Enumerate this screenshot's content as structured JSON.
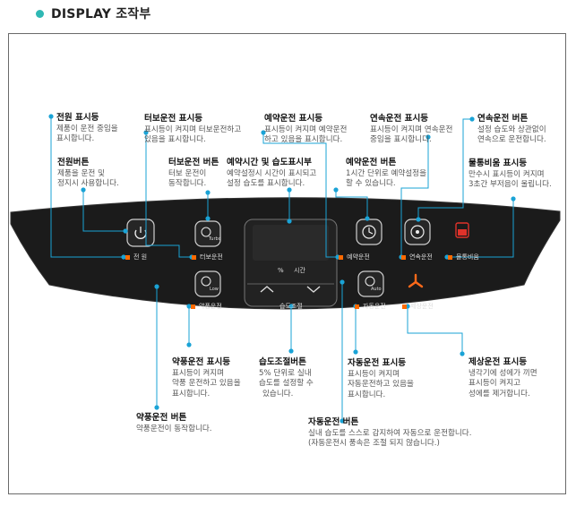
{
  "header": {
    "title": "DISPLAY 조작부"
  },
  "panel_labels": {
    "power": "전  원",
    "turbo": "터보운전",
    "weak": "약풍운전",
    "humidity": "습도조절",
    "percent": "%",
    "time": "시간",
    "reserve": "예약운전",
    "continuous": "연속운전",
    "water_empty": "물통비움",
    "auto": "자동운전",
    "defrost": "제상운전",
    "turbo_icon_text": "Turbo",
    "low_icon_text": "Low",
    "auto_icon_text": "Auto"
  },
  "callouts": {
    "power_indicator": {
      "title": "전원 표시등",
      "lines": [
        "제품이 운전 중임을",
        "표시합니다."
      ]
    },
    "power_button": {
      "title": "전원버튼",
      "lines": [
        "제품을 운전 및",
        "정지시 사용합니다."
      ]
    },
    "turbo_indicator": {
      "title": "터보운전 표시등",
      "lines": [
        "표시등이 켜지며 터보운전하고",
        "있음을 표시합니다."
      ]
    },
    "turbo_button": {
      "title": "터보운전 버튼",
      "lines": [
        "터보 운전이",
        "동작합니다."
      ]
    },
    "reserve_indicator": {
      "title": "예약운전 표시등",
      "lines": [
        "표시등이 켜지며 예약운전",
        "하고 있음을 표시합니다."
      ]
    },
    "reserve_humidity_display": {
      "title": "예약시간 및 습도표시부",
      "lines": [
        "예약설정시 시간이 표시되고",
        "설정 습도를 표시합니다."
      ]
    },
    "reserve_button": {
      "title": "예약운전 버튼",
      "lines": [
        "1시간 단위로 예약설정을",
        "할 수 있습니다."
      ]
    },
    "continuous_indicator": {
      "title": "연속운전 표시등",
      "lines": [
        "표시등이 켜지며 연속운전",
        "중임을 표시합니다."
      ]
    },
    "continuous_button": {
      "title": "연속운전 버튼",
      "lines": [
        "설정 습도와 상관없이",
        "연속으로 운전합니다."
      ]
    },
    "water_indicator": {
      "title": "물통비움 표시등",
      "lines": [
        "만수시 표시등이 켜지며",
        "3초간 부저음이 울립니다."
      ]
    },
    "weak_indicator": {
      "title": "약풍운전 표시등",
      "lines": [
        "표시등이 켜지며",
        "약풍 운전하고 있음을",
        "표시합니다."
      ]
    },
    "humidity_button": {
      "title": "습도조절버튼",
      "lines": [
        "5% 단위로 실내",
        "습도를 설정할 수",
        "있습니다."
      ]
    },
    "auto_indicator": {
      "title": "자동운전 표시등",
      "lines": [
        "표시등이 켜지며",
        "자동운전하고 있음을",
        "표시합니다."
      ]
    },
    "defrost_indicator": {
      "title": "제상운전 표시등",
      "lines": [
        "냉각기에 성에가 끼면",
        "표시등이 켜지고",
        "성에를 제거합니다."
      ]
    },
    "weak_button": {
      "title": "약풍운전 버튼",
      "lines": [
        "약풍운전이 동작합니다."
      ]
    },
    "auto_button": {
      "title": "자동운전 버튼",
      "lines": [
        "실내 습도를 스스로 감지하여 자동으로 운전합니다.",
        "(자동운전시 풍속은 조절 되지 않습니다.)"
      ]
    }
  },
  "colors": {
    "accent": "#2fb8b4",
    "leader": "#1aa3d6",
    "panel": "#1b1b1b",
    "indicator": "#ff6a00",
    "water_icon": "#e0322a",
    "defrost_icon": "#ff6a1a"
  }
}
